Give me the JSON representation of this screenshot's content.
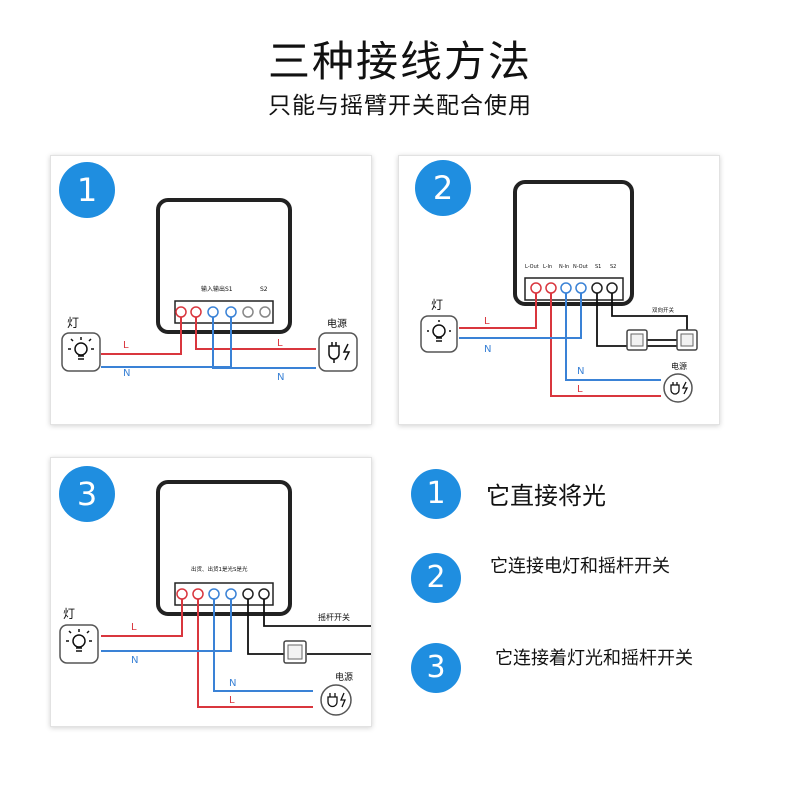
{
  "title": "三种接线方法",
  "subtitle": "只能与摇臂开关配合使用",
  "colors": {
    "badge": "#1f8ee0",
    "live": "#d9363e",
    "neutral": "#3a82d6"
  },
  "panels": [
    {
      "number": "1",
      "device_label": "输入输出S1",
      "device_label_s2": "S2",
      "lamp_label": "灯",
      "power_label": "电源",
      "wire_labels": {
        "l_left": "L",
        "n_left": "N",
        "l_right": "L",
        "n_right": "N"
      },
      "icons": [
        "bulb-icon",
        "plug-icon"
      ]
    },
    {
      "number": "2",
      "terminal_labels": [
        "L-Out",
        "L-In",
        "N-In",
        "N-Out",
        "S1",
        "S2"
      ],
      "lamp_label": "灯",
      "power_label": "电源",
      "switch_label": "双向开关",
      "wire_labels": {
        "l_left": "L",
        "n_left": "N",
        "n_bottom": "N",
        "l_bottom": "L"
      },
      "icons": [
        "bulb-icon",
        "plug-icon",
        "rocker-switch-icon"
      ]
    },
    {
      "number": "3",
      "device_label": "出货、出货1是光S是光",
      "lamp_label": "灯",
      "power_label": "电源",
      "switch_label": "摇杆开关",
      "wire_labels": {
        "l_left": "L",
        "n_left": "N",
        "n_bottom": "N",
        "l_bottom": "L"
      },
      "icons": [
        "bulb-icon",
        "plug-icon",
        "rocker-switch-icon"
      ]
    }
  ],
  "legend": [
    {
      "number": "1",
      "text": "它直接将光"
    },
    {
      "number": "2",
      "text": "它连接电灯和摇杆开关"
    },
    {
      "number": "3",
      "text": "它连接着灯光和摇杆开关"
    }
  ]
}
